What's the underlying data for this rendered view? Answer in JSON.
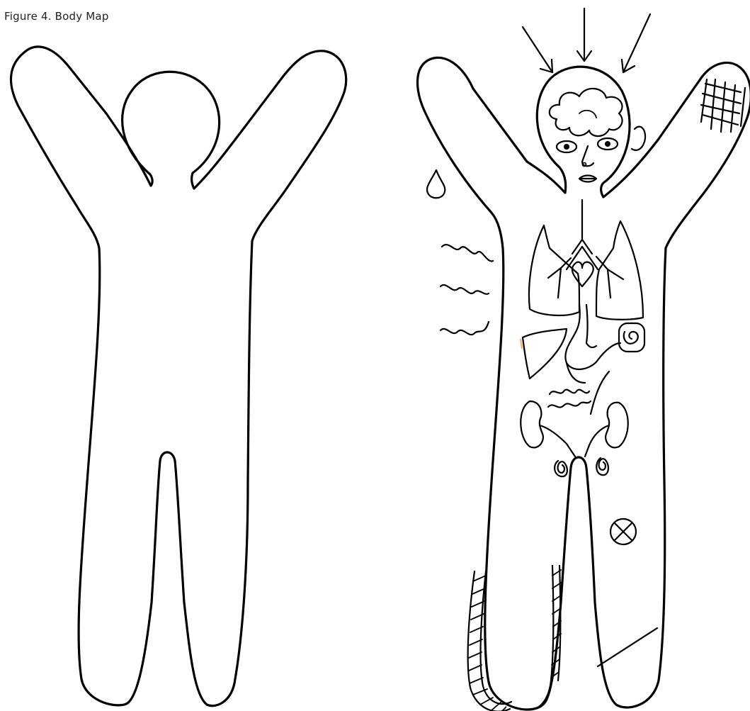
{
  "caption": "Figure 4. Body Map",
  "figures": [
    {
      "kind": "blank-body-outline"
    },
    {
      "kind": "annotated-body-outline",
      "symbols": [
        "pressure-arrows",
        "brain",
        "eyes",
        "nose",
        "mouth",
        "ear",
        "sweat-drop",
        "heat-waves",
        "crosshatch-patch",
        "lungs",
        "heart",
        "stomach",
        "liver",
        "intestine",
        "spiral",
        "kidneys",
        "spots",
        "crossed-circle",
        "hatched-leg",
        "diagonal-line"
      ]
    }
  ],
  "colors": {
    "stroke": "#000000",
    "background": "#ffffff",
    "text": "#222222"
  }
}
